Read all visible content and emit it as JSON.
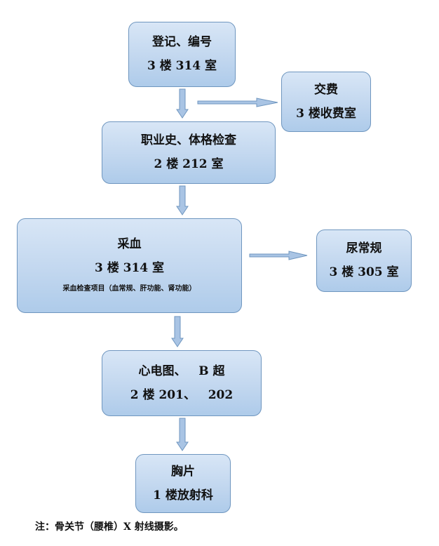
{
  "boxes": {
    "register": {
      "line1": "登记、编号",
      "line2": "3 楼 314 室"
    },
    "payment": {
      "line1": "交费",
      "line2": "3 楼收费室"
    },
    "history": {
      "line1": "职业史、体格检查",
      "line2": "2 楼 212 室"
    },
    "blood": {
      "line1": "采血",
      "line2": "3 楼 314 室",
      "line3": "采血检查项目（血常规、肝功能、肾功能）"
    },
    "urine": {
      "line1": "尿常规",
      "line2": "3 楼 305 室"
    },
    "ecg": {
      "line1": "心电图、   B 超",
      "line2": "2 楼 201、   202"
    },
    "chest": {
      "line1": "胸片",
      "line2": "1 楼放射科"
    }
  },
  "note": "注：骨关节（腰椎）X 射线摄影。",
  "colors": {
    "box_fill": "#c2d7ef",
    "box_border": "#6f96bf",
    "arrow": "#8fb0d6"
  }
}
